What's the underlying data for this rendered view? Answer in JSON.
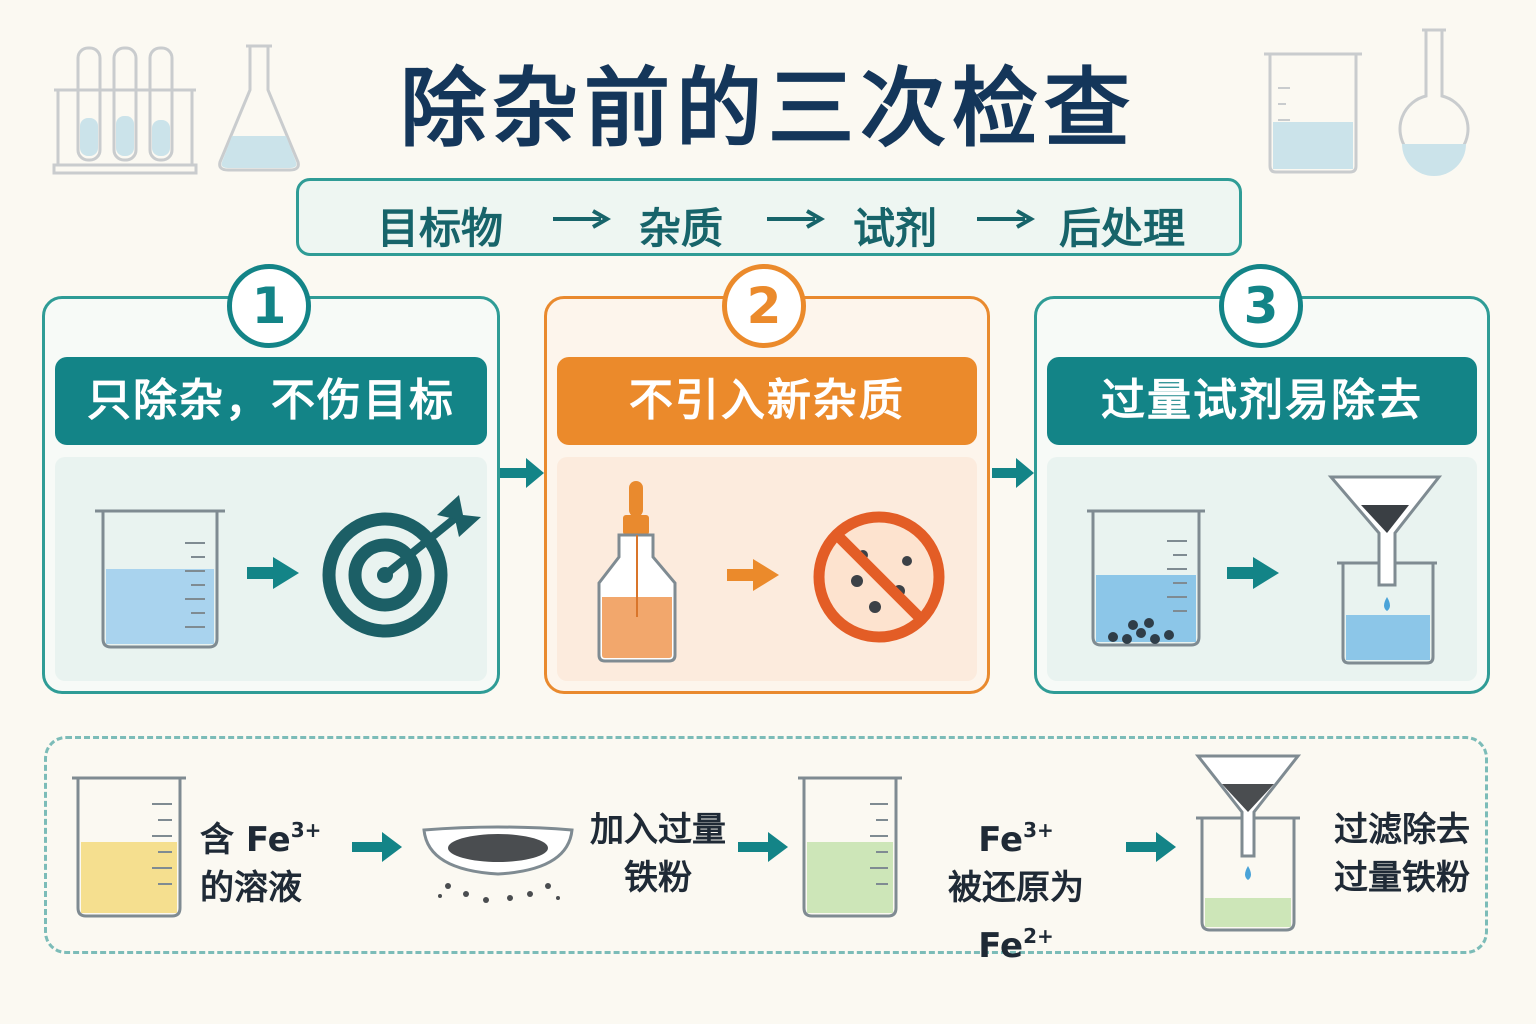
{
  "title": "除杂前的三次检查",
  "flow": [
    "目标物",
    "杂质",
    "试剂",
    "后处理"
  ],
  "cards": [
    {
      "number": "1",
      "label": "只除杂，不伤目标"
    },
    {
      "number": "2",
      "label": "不引入新杂质"
    },
    {
      "number": "3",
      "label": "过量试剂易除去"
    }
  ],
  "example": {
    "step1": {
      "line1_pre": "含 Fe",
      "line1_sup": "3+",
      "line2": "的溶液"
    },
    "step2": {
      "line1": "加入过量",
      "line2": "铁粉"
    },
    "step3": {
      "line1_pre": "Fe",
      "line1_sup": "3+",
      "line2_pre": "被还原为 Fe",
      "line2_sup": "2+"
    },
    "step4": {
      "line1": "过滤除去",
      "line2": "过量铁粉"
    }
  },
  "colors": {
    "teal": "#138487",
    "orange": "#eb8a2b",
    "navy": "#14365a"
  }
}
